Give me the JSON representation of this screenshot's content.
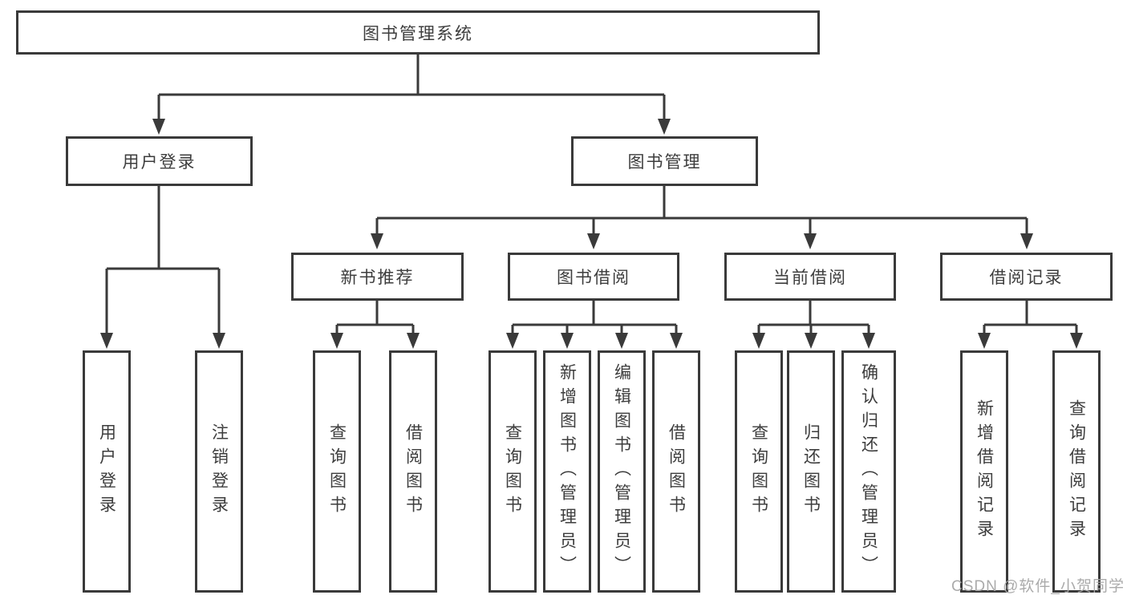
{
  "tree": {
    "root": {
      "label": "图书管理系统"
    },
    "login": {
      "label": "用户登录",
      "leaves": [
        "用户登录",
        "注销登录"
      ]
    },
    "manage": {
      "label": "图书管理",
      "groups": [
        {
          "label": "新书推荐",
          "leaves": [
            "查询图书",
            "借阅图书"
          ]
        },
        {
          "label": "图书借阅",
          "leaves": [
            "查询图书",
            "新增图书（管理员）",
            "编辑图书（管理员）",
            "借阅图书"
          ]
        },
        {
          "label": "当前借阅",
          "leaves": [
            "查询图书",
            "归还图书",
            "确认归还（管理员）"
          ]
        },
        {
          "label": "借阅记录",
          "leaves": [
            "新增借阅记录",
            "查询借阅记录"
          ]
        }
      ]
    }
  },
  "watermark": "CSDN @软件_小贺同学",
  "colors": {
    "line": "#3a3a3a",
    "text": "#3d3d3d",
    "background": "#ffffff",
    "watermark": "#a7a7a7"
  }
}
